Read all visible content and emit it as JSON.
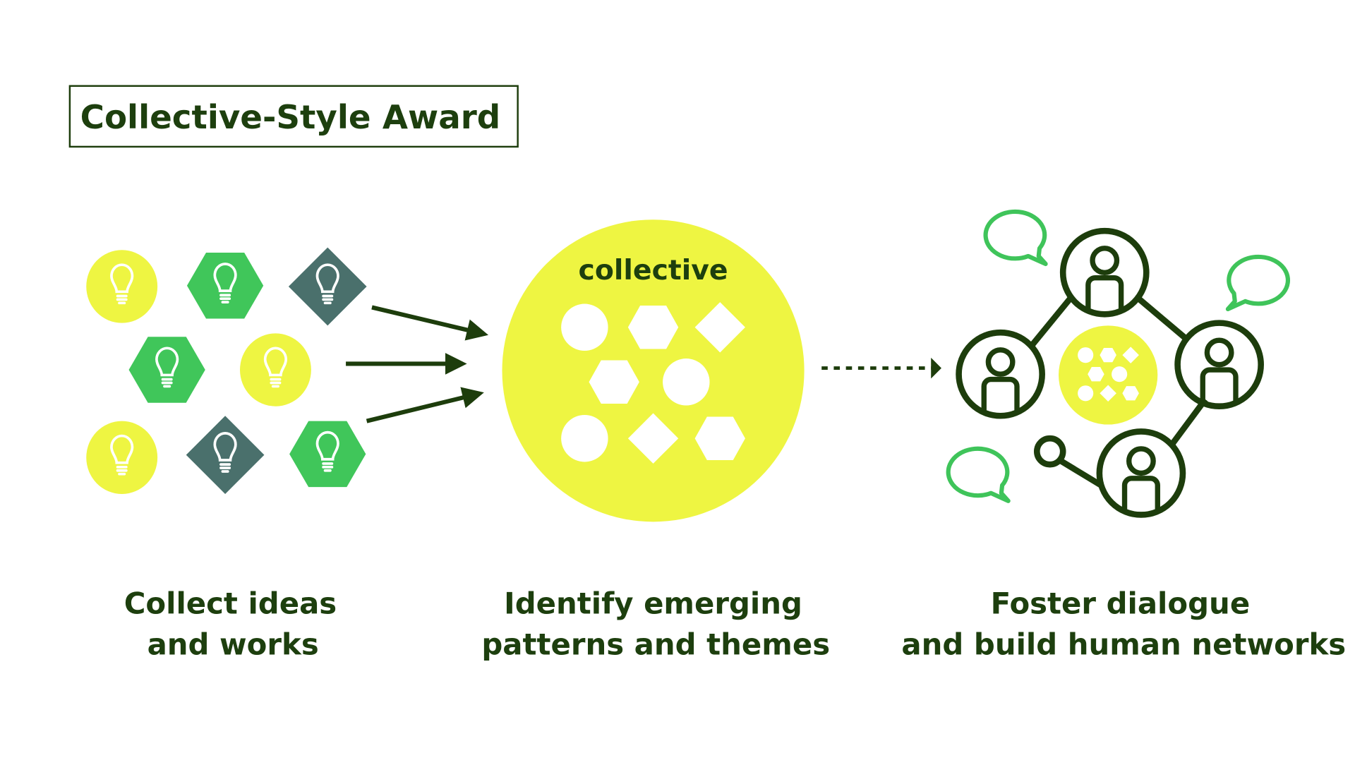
{
  "title": "Collective-Style Award",
  "center_label": "collective",
  "steps": [
    {
      "line1": "Collect ideas",
      "line2": "and works"
    },
    {
      "line1": "Identify emerging",
      "line2": "patterns and themes"
    },
    {
      "line1": "Foster dialogue",
      "line2": "and build human networks"
    }
  ],
  "colors": {
    "yellow": "#eef542",
    "green": "#40c65a",
    "slate": "#4a706c",
    "dark": "#1d3d0c"
  }
}
